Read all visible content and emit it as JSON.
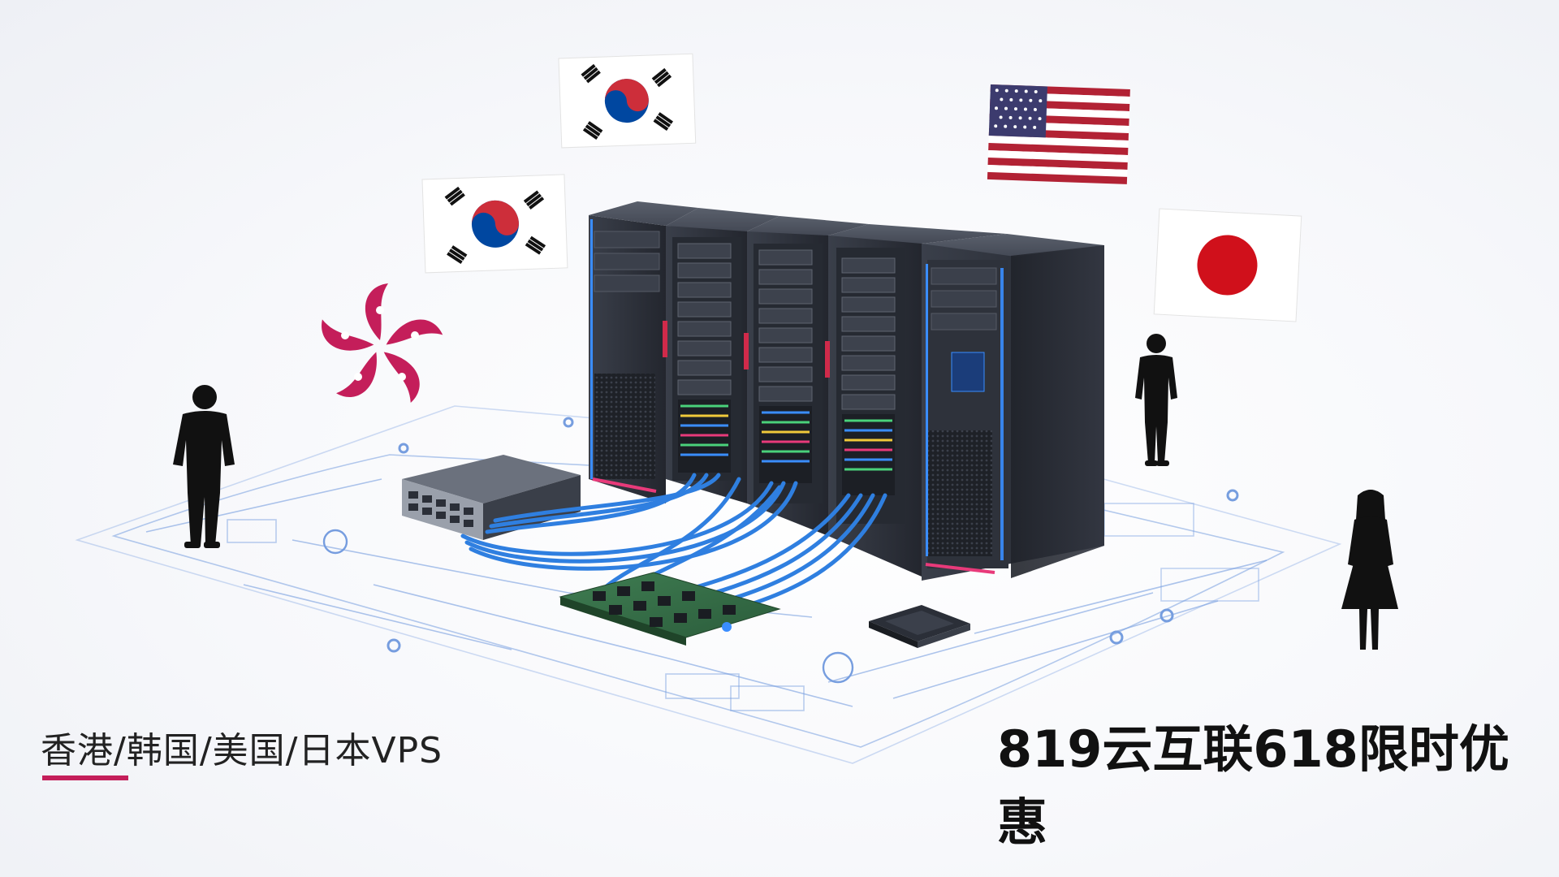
{
  "captions": {
    "left": "香港/韩国/美国/日本VPS",
    "right": "819云互联618限时优惠"
  },
  "flags": [
    {
      "name": "korea",
      "icon": "korea-flag"
    },
    {
      "name": "korea",
      "icon": "korea-flag"
    },
    {
      "name": "hong-kong",
      "icon": "bauhinia-flower"
    },
    {
      "name": "usa",
      "icon": "usa-flag"
    },
    {
      "name": "japan",
      "icon": "japan-flag"
    }
  ],
  "colors": {
    "accent": "#c41e5a",
    "cable": "#2f7fe0",
    "rack": "#2b2f38",
    "led": "#3a8dff",
    "korea_red": "#cd2e3a",
    "korea_blue": "#0047a0",
    "japan_red": "#d0101b",
    "usa_red": "#b22234",
    "usa_blue": "#3c3b6e"
  }
}
